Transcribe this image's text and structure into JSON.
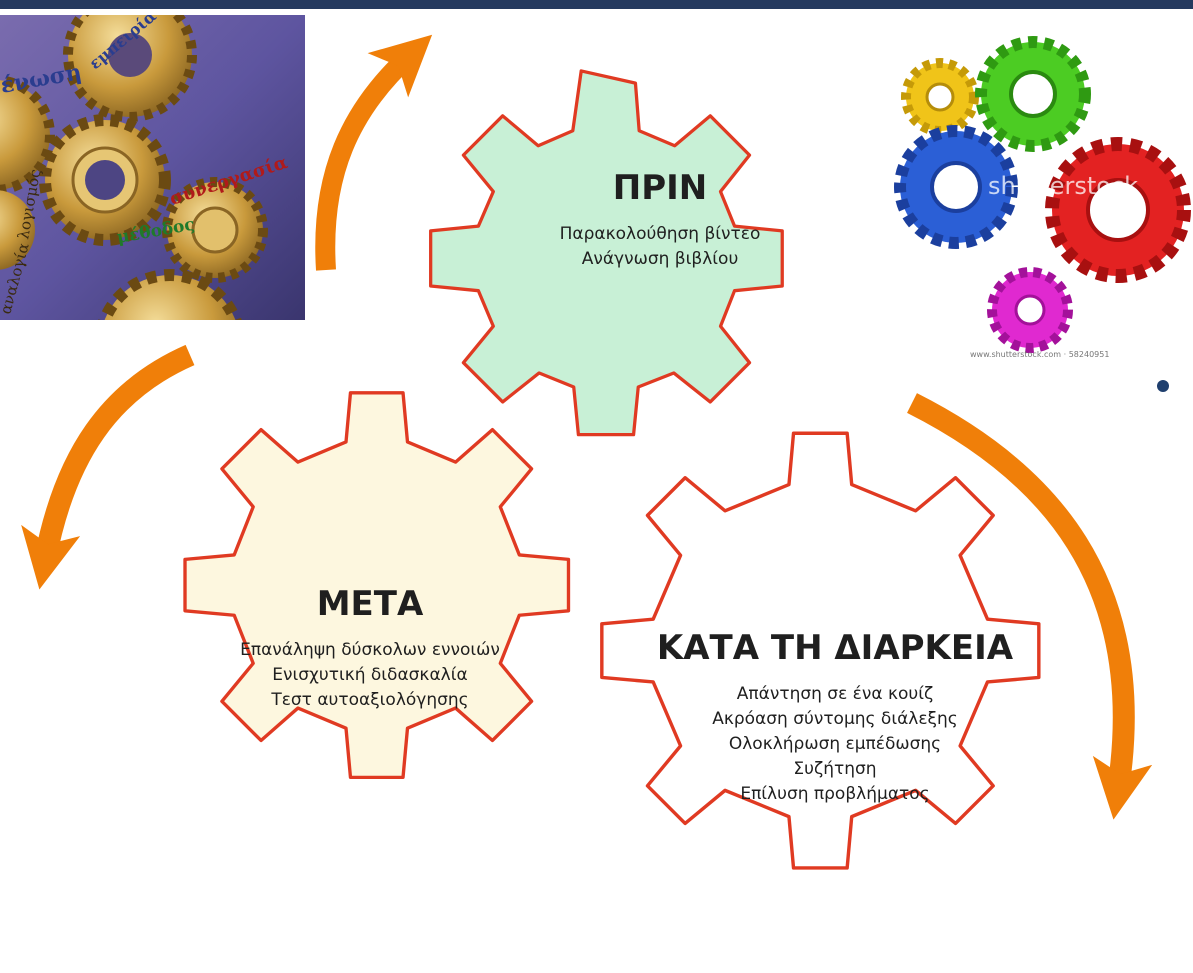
{
  "gears": {
    "before": {
      "title": "ΠΡΙΝ",
      "lines": [
        "Παρακολούθηση βίντεο",
        "Ανάγνωση βιβλίου"
      ]
    },
    "after": {
      "title": "ΜΕΤΑ",
      "lines": [
        "Επανάληψη δύσκολων εννοιών",
        "Ενισχυτική διδασκαλία",
        "Τεστ αυτοαξιολόγησης"
      ]
    },
    "during": {
      "title": "ΚΑΤΑ ΤΗ ΔΙΑΡΚΕΙΑ",
      "lines": [
        "Απάντηση σε ένα κουίζ",
        "Ακρόαση σύντομης διάλεξης",
        "Ολοκλήρωση εμπέδωσης",
        "Συζήτηση",
        "Επίλυση προβλήματος"
      ]
    }
  },
  "pictures": {
    "left_photo_words": [
      "ένωση",
      "εμπειρία",
      "συνεργασία",
      "μέθοδος",
      "λογισμός",
      "αναλογία"
    ],
    "right_watermark": "shutterstock",
    "right_caption": "www.shutterstock.com · 58240951"
  },
  "colors": {
    "top_bar": "#253a5f",
    "arrow": "#f07f09",
    "gear_outline": "#e03a22",
    "gear_before_fill": "#c8f0d6",
    "gear_after_fill": "#fdf7df",
    "gear_during_fill": "#ffffff",
    "bullet": "#1f3f6e"
  }
}
